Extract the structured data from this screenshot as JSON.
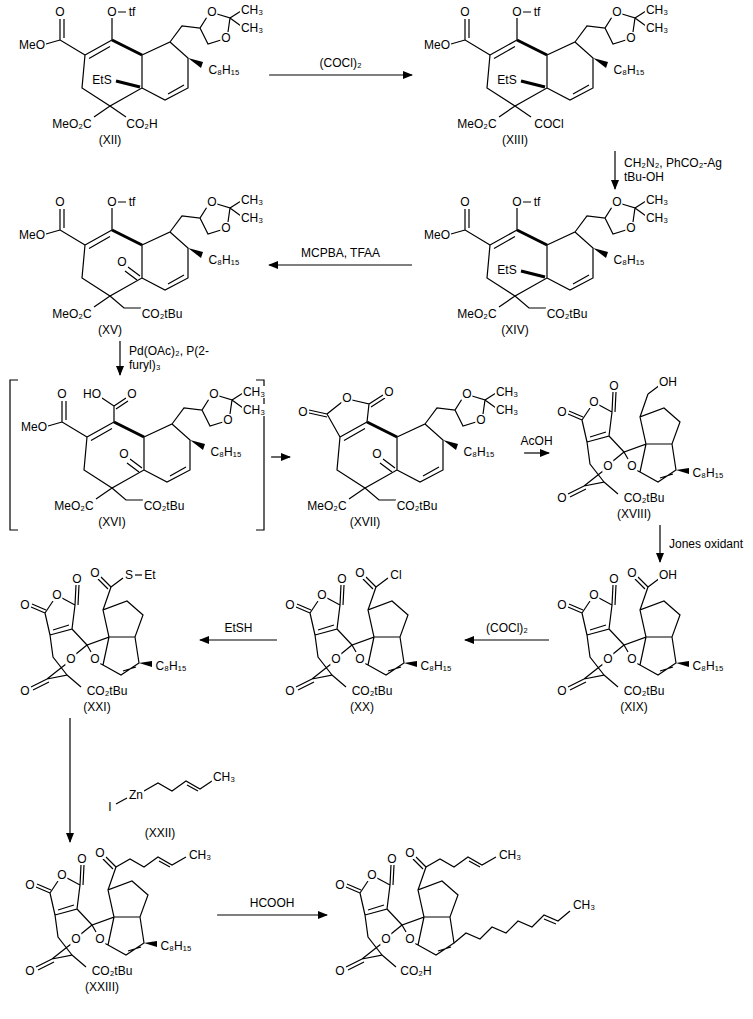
{
  "diagram": {
    "nodes": [
      {
        "text": [
          "O",
          "tf",
          "O",
          "MeO",
          "O",
          "O",
          "CH₃",
          "CH₃",
          "EtS",
          "C₈H₁₅",
          "MeO₂C",
          "CO₂H",
          "(XII)"
        ]
      },
      {
        "text": [
          "O",
          "tf",
          "O",
          "MeO",
          "O",
          "O",
          "CH₃",
          "CH₃",
          "EtS",
          "C₈H₁₅",
          "MeO₂C",
          "COCl",
          "(XIII)"
        ]
      },
      {
        "text": [
          "O",
          "tf",
          "O",
          "MeO",
          "O",
          "O",
          "CH₃",
          "CH₃",
          "EtS",
          "C₈H₁₅",
          "MeO₂C",
          "CO₂tBu",
          "(XIV)"
        ]
      },
      {
        "text": [
          "O",
          "tf",
          "O",
          "MeO",
          "O",
          "O",
          "CH₃",
          "CH₃",
          "O",
          "C₈H₁₅",
          "MeO₂C",
          "CO₂tBu",
          "(XV)"
        ]
      },
      {
        "text": [
          "HO",
          "O",
          "O",
          "MeO",
          "O",
          "O",
          "CH₃",
          "CH₃",
          "O",
          "C₈H₁₅",
          "MeO₂C",
          "CO₂tBu",
          "(XVI)"
        ]
      },
      {
        "text": [
          "O",
          "O",
          "O",
          "O",
          "O",
          "CH₃",
          "CH₃",
          "O",
          "C₈H₁₅",
          "MeO₂C",
          "CO₂tBu",
          "(XVII)"
        ]
      },
      {
        "text": [
          "O",
          "O",
          "O",
          "OH",
          "O",
          "O",
          "O",
          "C₈H₁₅",
          "CO₂tBu",
          "(XVIII)"
        ]
      },
      {
        "text": [
          "O",
          "O",
          "O",
          "O",
          "OH",
          "O",
          "O",
          "O",
          "C₈H₁₅",
          "CO₂tBu",
          "(XIX)"
        ]
      },
      {
        "text": [
          "O",
          "O",
          "O",
          "O",
          "Cl",
          "O",
          "O",
          "O",
          "C₈H₁₅",
          "CO₂tBu",
          "(XX)"
        ]
      },
      {
        "text": [
          "O",
          "O",
          "O",
          "O",
          "S",
          "Et",
          "O",
          "O",
          "O",
          "C₈H₁₅",
          "CO₂tBu",
          "(XXI)"
        ]
      },
      {
        "text": [
          "I",
          "Zn",
          "CH₃",
          "(XXII)"
        ]
      },
      {
        "text": [
          "O",
          "O",
          "O",
          "O",
          "CH₃",
          "O",
          "O",
          "O",
          "C₈H₁₅",
          "CO₂tBu",
          "(XXIII)"
        ]
      },
      {
        "text": [
          "O",
          "O",
          "O",
          "O",
          "CH₃",
          "O",
          "O",
          "O",
          "CH₃",
          "CO₂H"
        ]
      }
    ],
    "edges": [
      {
        "from": 0,
        "to": 1,
        "arrow": "to",
        "label": "(COCl)₂"
      },
      {
        "from": 1,
        "to": 2,
        "arrow": "to",
        "label": "CH₂N₂, PhCO₂-Ag tBu-OH"
      },
      {
        "from": 2,
        "to": 3,
        "arrow": "to",
        "label": "MCPBA, TFAA"
      },
      {
        "from": 3,
        "to": 4,
        "arrow": "to",
        "label": "Pd(OAc)₂, P(2-furyl)₃"
      },
      {
        "from": 4,
        "to": 5,
        "arrow": "to"
      },
      {
        "from": 5,
        "to": 6,
        "arrow": "to",
        "label": "AcOH"
      },
      {
        "from": 6,
        "to": 7,
        "arrow": "to",
        "label": "Jones oxidant"
      },
      {
        "from": 7,
        "to": 8,
        "arrow": "to",
        "label": "(COCl)₂"
      },
      {
        "from": 8,
        "to": 9,
        "arrow": "to",
        "label": "EtSH"
      },
      {
        "from": 9,
        "to": 11,
        "arrow": "to"
      },
      {
        "from": 11,
        "to": 12,
        "arrow": "to",
        "label": "HCOOH"
      }
    ]
  }
}
